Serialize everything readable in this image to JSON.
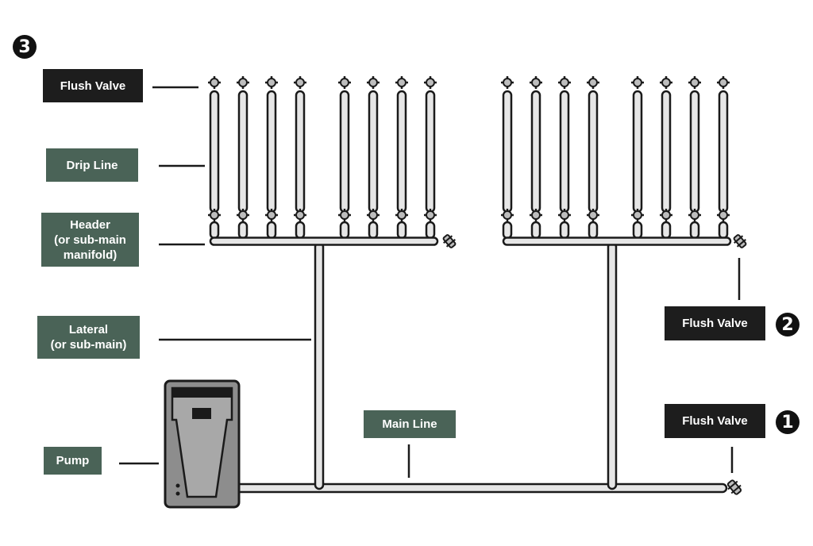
{
  "labels": {
    "flush_valve_top": "Flush Valve",
    "drip_line": "Drip Line",
    "header": "Header\n(or sub-main\nmanifold)",
    "lateral": "Lateral\n(or sub-main)",
    "pump": "Pump",
    "main_line": "Main Line",
    "flush_valve_2": "Flush Valve",
    "flush_valve_1": "Flush Valve"
  },
  "badges": {
    "one": "1",
    "two": "2",
    "three": "3"
  },
  "colors": {
    "label_green": "#4a6357",
    "label_dark": "#1d1d1d",
    "pipe_fill": "#e6e6e6",
    "pipe_stroke": "#1a1a1a",
    "pump_body": "#8a8a8a"
  }
}
